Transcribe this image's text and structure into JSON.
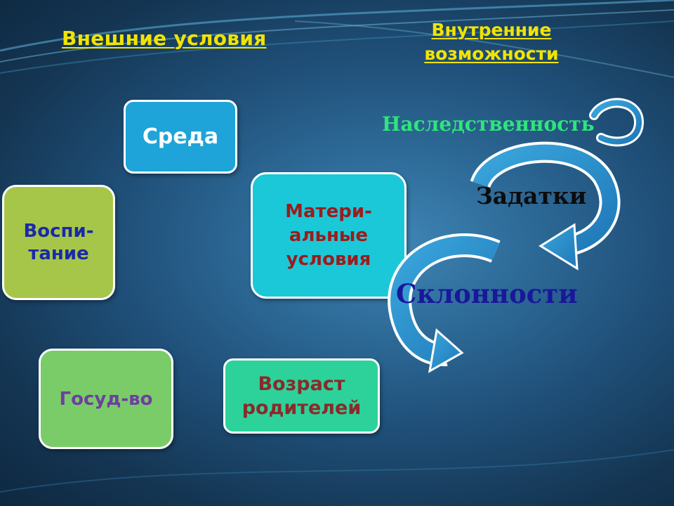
{
  "headings": {
    "outer": "Внешние условия",
    "inner": "Внутренние возможности"
  },
  "boxes": {
    "sreda": "Среда",
    "material": "Матери-\nальные\nусловия",
    "vospitanie": "Воспи-\nтание",
    "gosud": "Госуд-во",
    "vozrast": "Возраст\nродителей"
  },
  "inner_chain": {
    "nasledstvennost": "Наследственность",
    "zadatki": "Задатки",
    "sklonnosti": "Склонности"
  },
  "colors": {
    "heading": "#f2e400",
    "sreda": "#1ea4d8",
    "material": "#1bc8d8",
    "vospitanie": "#a6c64a",
    "gosud": "#7acc68",
    "vozrast": "#2cd29a",
    "arrow_fill": "#2a8fcc",
    "arrow_outline": "#ffffff"
  }
}
